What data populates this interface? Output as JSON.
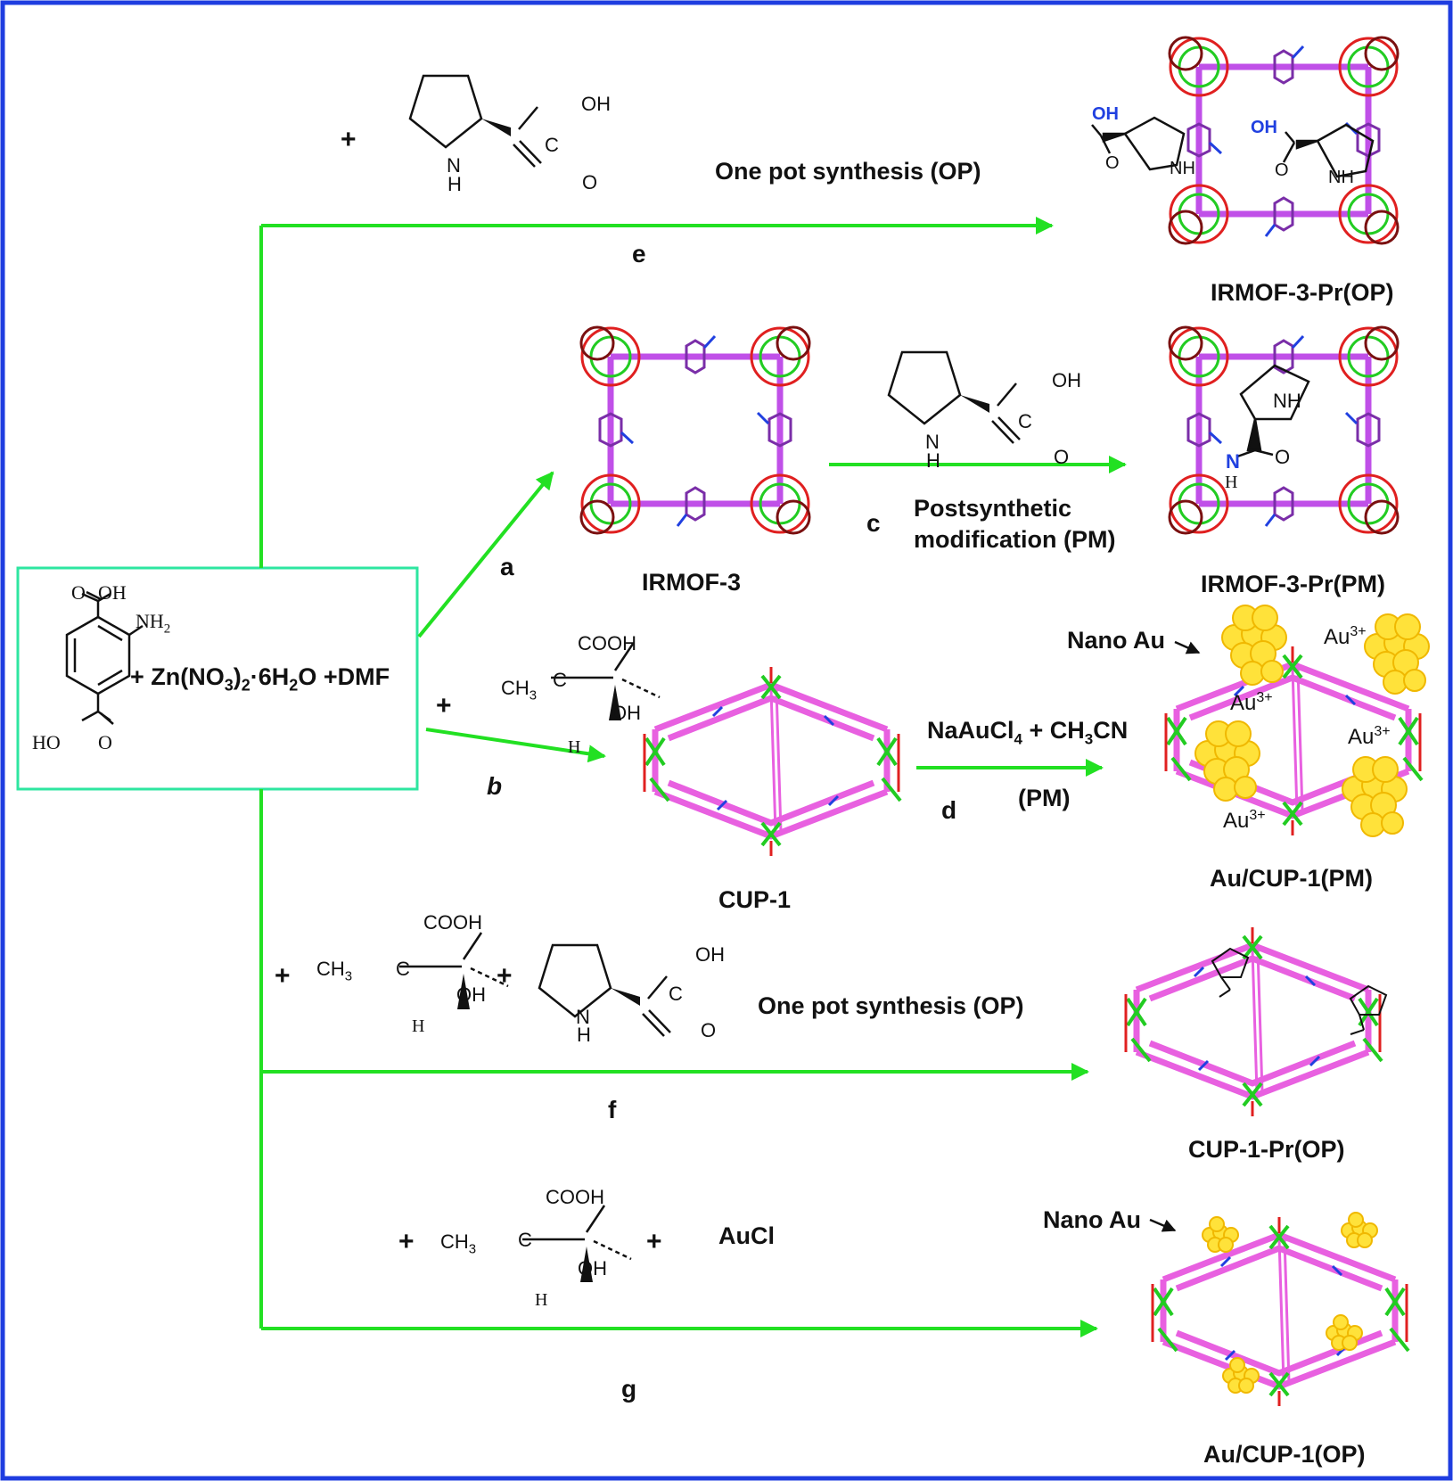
{
  "colors": {
    "border": "#1f3de0",
    "arrow": "#22e022",
    "box": "#2ee6a0",
    "linker": "#c050e8",
    "oxygen": "#e02020",
    "zinc": "#22cc22",
    "nitrogen": "#2040e0",
    "gold": "#ffe23a"
  },
  "start": {
    "reagents_prefix": "+ Zn(NO",
    "reagents_sub1": "3",
    "reagents_mid": ")",
    "reagents_sub2": "2",
    "reagents_mid2": "·6H",
    "reagents_sub3": "2",
    "reagents_suffix": "O +DMF",
    "atoms": {
      "cooh_top": "O",
      "oh_top": "OH",
      "nh2": "NH",
      "nh2_sub": "2",
      "ho_bottom": "HO",
      "o_bottom": "O"
    }
  },
  "proline": {
    "oh": "OH",
    "n": "N",
    "h": "H",
    "c": "C",
    "o": "O"
  },
  "lactic": {
    "cooh": "COOH",
    "ch3": "CH",
    "ch3_sub": "3",
    "c": "C",
    "oh": "OH",
    "h": "H"
  },
  "routes": {
    "e": {
      "letter": "e",
      "plus": "+",
      "text": "One pot synthesis (OP)",
      "product": "IRMOF-3-Pr(OP)",
      "oh": "OH",
      "nh": "NH",
      "o": "O"
    },
    "a": {
      "letter": "a",
      "product": "IRMOF-3"
    },
    "c": {
      "letter": "c",
      "text1": "Postsynthetic",
      "text2": "modification (PM)",
      "product": "IRMOF-3-Pr(PM)",
      "nh": "NH",
      "n": "N",
      "h": "H",
      "o": "O"
    },
    "b": {
      "letter": "b",
      "plus": "+",
      "product": "CUP-1"
    },
    "d": {
      "letter": "d",
      "reagent": "NaAuCl",
      "reagent_sub": "4",
      "reagent_mid": " + CH",
      "reagent_sub2": "3",
      "reagent_suffix": "CN",
      "cond": "(PM)",
      "product": "Au/CUP-1(PM)",
      "nano": "Nano Au",
      "au": "Au",
      "au_sup": "3+"
    },
    "f": {
      "letter": "f",
      "plus1": "+",
      "plus2": "+",
      "text": "One pot synthesis (OP)",
      "product": "CUP-1-Pr(OP)"
    },
    "g": {
      "letter": "g",
      "plus1": "+",
      "plus2": "+",
      "reagent": "AuCl",
      "nano": "Nano Au",
      "product": "Au/CUP-1(OP)"
    }
  }
}
